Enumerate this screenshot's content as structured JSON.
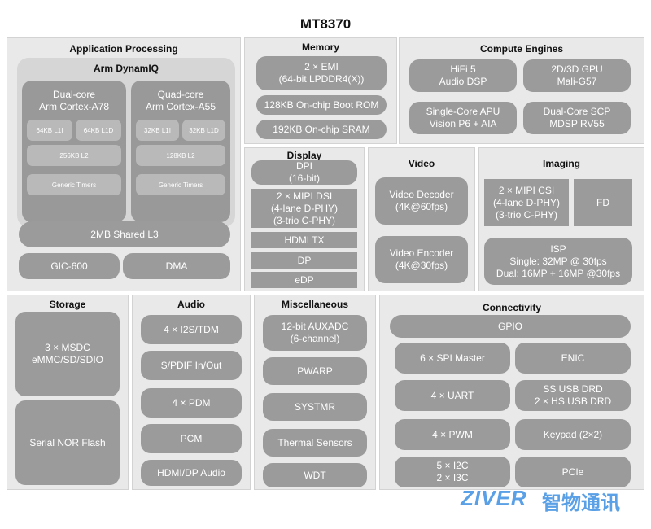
{
  "title": "MT8370",
  "app": {
    "title": "Application Processing",
    "dynamiq": "Arm DynamIQ",
    "a78": {
      "title": "Dual-core\nArm Cortex-A78",
      "l1i": "64KB L1I",
      "l1d": "64KB L1D",
      "l2": "256KB L2",
      "timers": "Generic Timers"
    },
    "a55": {
      "title": "Quad-core\nArm Cortex-A55",
      "l1i": "32KB L1I",
      "l1d": "32KB L1D",
      "l2": "128KB L2",
      "timers": "Generic Timers"
    },
    "l3": "2MB Shared L3",
    "gic": "GIC-600",
    "dma": "DMA"
  },
  "memory": {
    "title": "Memory",
    "items": [
      "2 × EMI\n(64-bit LPDDR4(X))",
      "128KB On-chip Boot ROM",
      "192KB On-chip SRAM"
    ]
  },
  "compute": {
    "title": "Compute Engines",
    "items": [
      "HiFi 5\nAudio DSP",
      "2D/3D GPU\nMali-G57",
      "Single-Core APU\nVision P6 + AIA",
      "Dual-Core SCP\nMDSP RV55"
    ]
  },
  "display": {
    "title": "Display",
    "items": [
      "DPI\n(16-bit)",
      "2 × MIPI DSI\n(4-lane D-PHY)\n(3-trio C-PHY)",
      "HDMI TX",
      "DP",
      "eDP"
    ]
  },
  "video": {
    "title": "Video",
    "items": [
      "Video Decoder\n(4K@60fps)",
      "Video Encoder\n(4K@30fps)"
    ]
  },
  "imaging": {
    "title": "Imaging",
    "items": [
      "2 × MIPI CSI\n(4-lane D-PHY)\n(3-trio C-PHY)",
      "FD",
      "ISP\nSingle: 32MP @ 30fps\nDual: 16MP + 16MP @30fps"
    ]
  },
  "storage": {
    "title": "Storage",
    "items": [
      "3 × MSDC\neMMC/SD/SDIO",
      "Serial NOR Flash"
    ]
  },
  "audio": {
    "title": "Audio",
    "items": [
      "4 × I2S/TDM",
      "S/PDIF In/Out",
      "4 × PDM",
      "PCM",
      "HDMI/DP Audio"
    ]
  },
  "misc": {
    "title": "Miscellaneous",
    "items": [
      "12-bit AUXADC\n(6-channel)",
      "PWARP",
      "SYSTMR",
      "Thermal Sensors",
      "WDT"
    ]
  },
  "connectivity": {
    "title": "Connectivity",
    "items": [
      "GPIO",
      "6 × SPI Master",
      "ENIC",
      "4 × UART",
      "SS USB DRD\n2 × HS USB DRD",
      "4 × PWM",
      "Keypad (2×2)",
      "5 × I2C\n2 × I3C",
      "PCIe"
    ]
  },
  "logo": {
    "latin": "ZIVER",
    "cjk": "智物通讯"
  },
  "colors": {
    "panel": "#e9e9e9",
    "block": "#9b9b9b",
    "logo": "#5aa0e6"
  }
}
